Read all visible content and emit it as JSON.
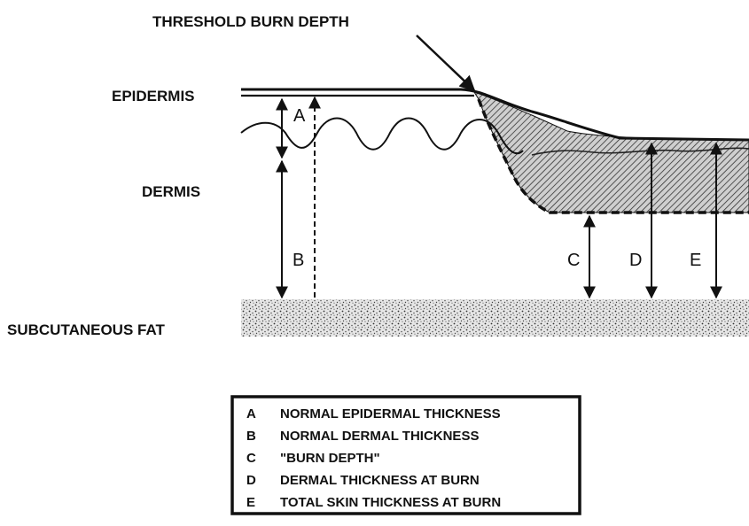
{
  "labels": {
    "threshold": "THRESHOLD BURN DEPTH",
    "epidermis": "EPIDERMIS",
    "dermis": "DERMIS",
    "subcutaneous": "SUBCUTANEOUS FAT"
  },
  "measures": [
    {
      "letter": "A",
      "description": "NORMAL EPIDERMAL THICKNESS"
    },
    {
      "letter": "B",
      "description": "NORMAL DERMAL THICKNESS"
    },
    {
      "letter": "C",
      "description": "\"BURN DEPTH\""
    },
    {
      "letter": "D",
      "description": "DERMAL THICKNESS AT BURN"
    },
    {
      "letter": "E",
      "description": "TOTAL SKIN THICKNESS AT BURN"
    }
  ]
}
